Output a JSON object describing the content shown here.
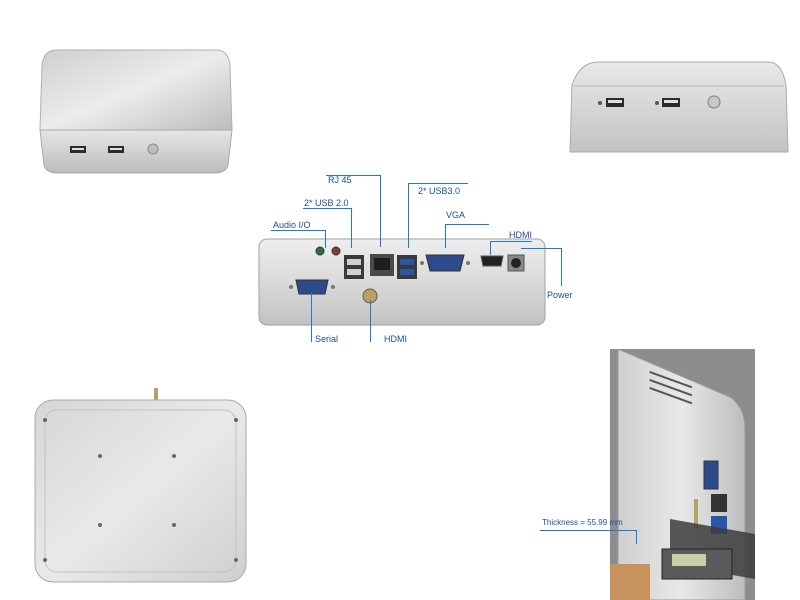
{
  "labels": {
    "rj45": "RJ 45",
    "usb20": "2* USB 2.0",
    "usb30": "2* USB3.0",
    "audio": "Audio I/O",
    "vga": "VGA",
    "hdmi_top": "HDMI",
    "power": "Power",
    "serial": "Serial",
    "hdmi_bottom": "HDMI",
    "thickness": "Thickness = 55.99 mm"
  },
  "colors": {
    "callout_line": "#1f78d1",
    "label_text": "#1a4f9c",
    "case_silver": "#d9d9d9",
    "background": "#ffffff"
  },
  "icons": {
    "usb_port": "usb-port-icon",
    "rj45_port": "rj45-port-icon",
    "vga_port": "vga-port-icon",
    "hdmi_port": "hdmi-port-icon",
    "serial_port": "serial-port-icon",
    "power_button": "power-button-icon",
    "audio_jack": "audio-jack-icon",
    "antenna": "antenna-icon"
  }
}
